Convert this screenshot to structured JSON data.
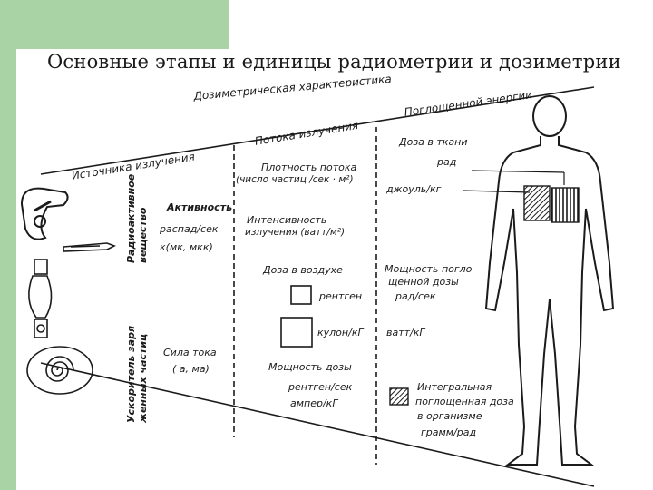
{
  "title": "Основные этапы и единицы радиометрии и дозиметрии",
  "headers": {
    "dosimetric": "Дозиметрическая характеристика",
    "absorbed": "Поглощенной энергии",
    "flux": "Потока излучения",
    "source": "Источника излучения"
  },
  "side_labels": {
    "radioactive": "Радиоактивное вещество",
    "accelerator": "Ускоритель заря женных частиц"
  },
  "col1": {
    "activity": "Активность",
    "decay": "распад/сек",
    "ci": "к(мк, мкк)",
    "current": "Сила тока",
    "current_unit": "( а, ма)"
  },
  "col2": {
    "flux_density_1": "Плотность потока",
    "flux_density_2": "(число частиц /сек · м²)",
    "intensity_1": "Интенсивность",
    "intensity_2": "излучения (ватт/м²)",
    "air_dose": "Доза в воздухе",
    "roentgen": "рентген",
    "coulomb": "кулон/кГ",
    "dose_rate_1": "Мощность дозы",
    "dose_rate_2": "рентген/сек",
    "dose_rate_3": "ампер/кГ"
  },
  "col3": {
    "tissue_dose": "Доза в ткани",
    "rad": "рад",
    "joule": "джоуль/кг",
    "abs_rate_1": "Мощность погло",
    "abs_rate_2": "щенной дозы",
    "abs_rate_3": "рад/сек",
    "watt": "ватт/кГ",
    "integral_1": "Интегральная",
    "integral_2": "поглощенная доза",
    "integral_3": "в организме",
    "integral_4": "грамм/рад"
  },
  "colors": {
    "accent": "#a9d3a5",
    "ink": "#1b1b1b"
  }
}
